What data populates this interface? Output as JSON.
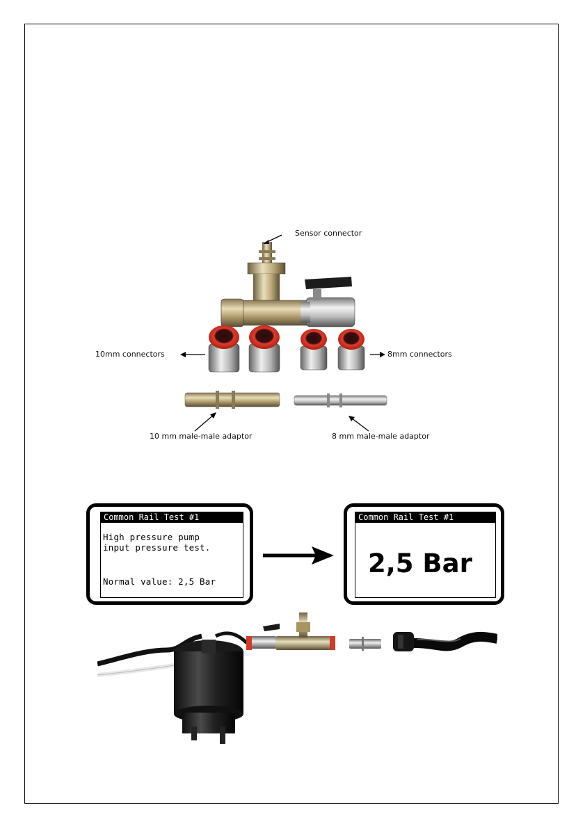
{
  "kit_figure": {
    "labels": {
      "sensor_connector": "Sensor connector",
      "connectors_10mm": "10mm connectors",
      "connectors_8mm": "8mm connectors",
      "adaptor_10mm": "10 mm male-male adaptor",
      "adaptor_8mm": "8 mm male-male adaptor"
    }
  },
  "test_screen_before": {
    "title": "Common Rail Test #1",
    "line1": "High pressure pump",
    "line2": "input pressure test.",
    "normal_value": "Normal value: 2,5 Bar"
  },
  "test_screen_after": {
    "title": "Common Rail Test #1",
    "reading": "2,5 Bar"
  },
  "icons": {
    "arrow": "right-arrow-icon"
  }
}
